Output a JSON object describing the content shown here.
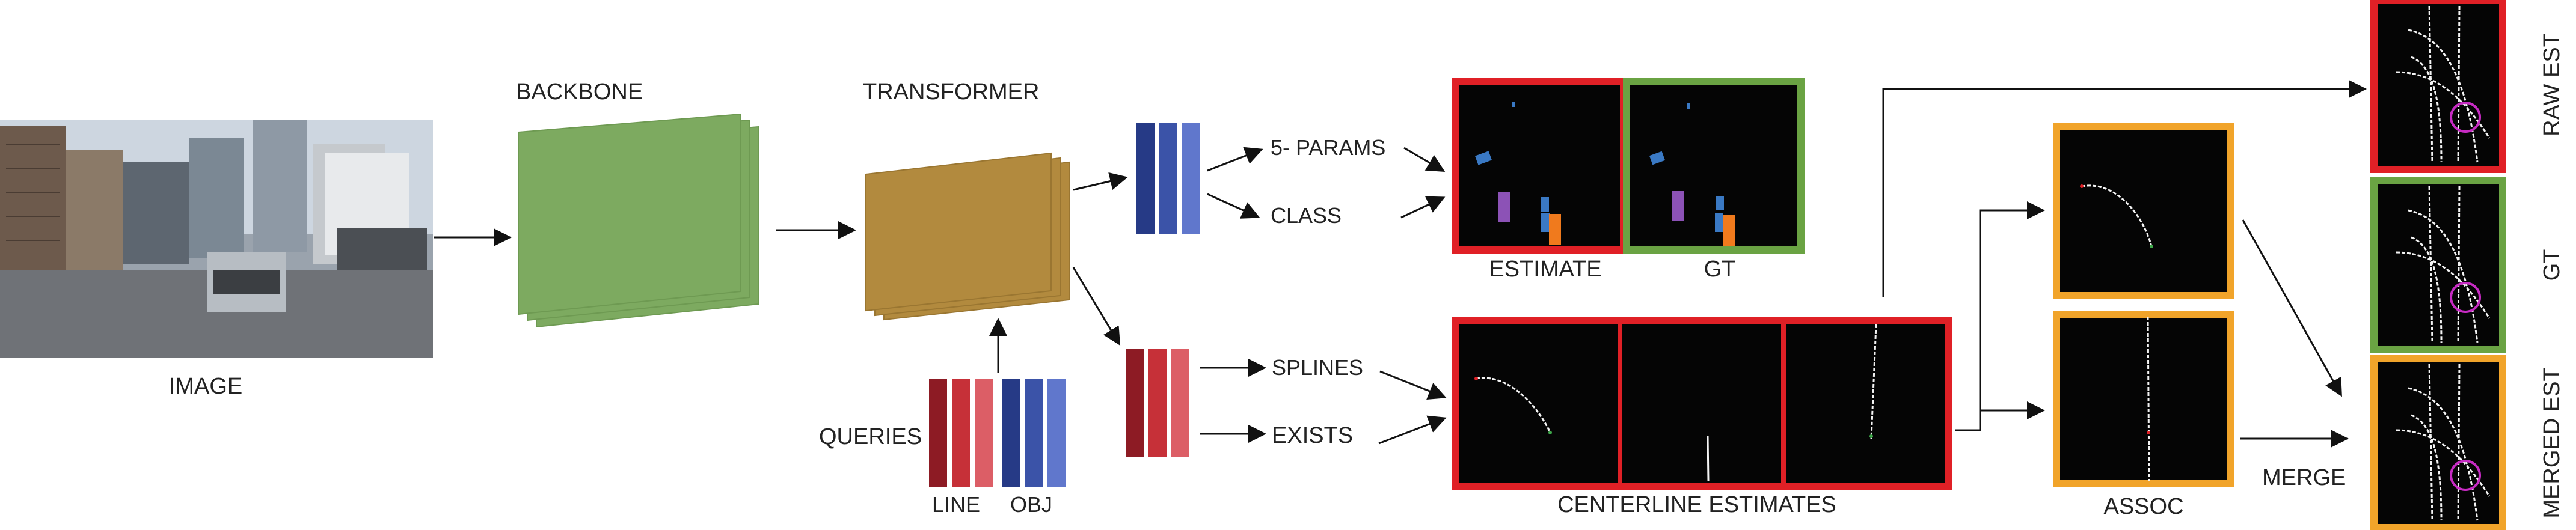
{
  "labels": {
    "image": "IMAGE",
    "backbone": "BACKBONE",
    "transformer": "TRANSFORMER",
    "queries": "QUERIES",
    "line": "LINE",
    "obj": "OBJ",
    "params": "5- PARAMS",
    "class": "CLASS",
    "splines": "SPLINES",
    "exists": "EXISTS",
    "estimate": "ESTIMATE",
    "gt_top": "GT",
    "centerline_estimates": "CENTERLINE ESTIMATES",
    "assoc": "ASSOC",
    "merge": "MERGE",
    "raw_est": "RAW EST",
    "gt_side": "GT",
    "merged_est": "MERGED EST"
  },
  "colors": {
    "backbone": "#7daa60",
    "transformer": "#b28a3e",
    "frame_red": "#e02026",
    "frame_green": "#6aa343",
    "frame_orange": "#f1a42a",
    "query_line": [
      "#8d1b24",
      "#c63038",
      "#dc5e66"
    ],
    "query_obj": [
      "#263a86",
      "#3b53a8",
      "#6077cc"
    ],
    "object_blue": "#3a79c4",
    "object_purple": "#8c52b6",
    "object_orange": "#f07a1d",
    "circle_magenta": "#c72bc3"
  }
}
